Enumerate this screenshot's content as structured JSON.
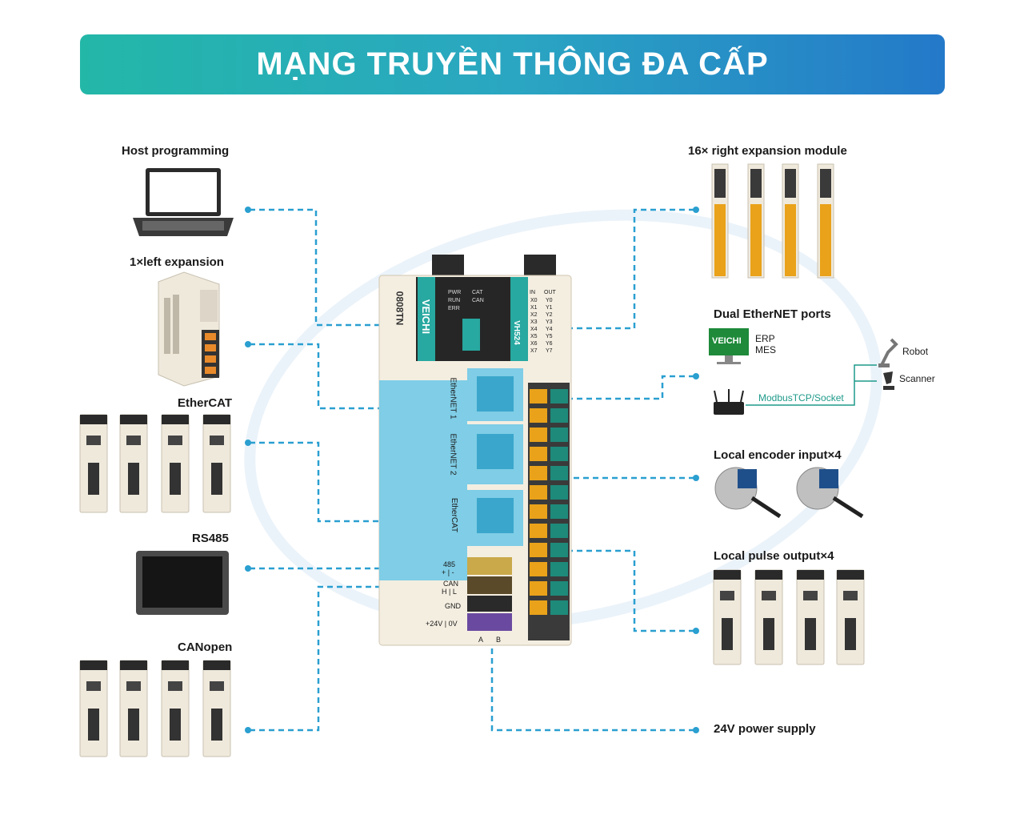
{
  "banner": {
    "title": "MẠNG TRUYỀN THÔNG ĐA CẤP"
  },
  "left_labels": {
    "host": "Host programming",
    "left_expansion": "1×left expansion",
    "ethercat": "EtherCAT",
    "rs485": "RS485",
    "canopen": "CANopen"
  },
  "right_labels": {
    "right_expansion": "16× right expansion module",
    "dual_ethernet": "Dual EtherNET ports",
    "encoder": "Local encoder input×4",
    "pulse": "Local pulse output×4",
    "power": "24V power supply"
  },
  "network": {
    "screen_brand": "VEICHI",
    "erp": "ERP",
    "mes": "MES",
    "robot": "Robot",
    "scanner": "Scanner",
    "protocol": "ModbusTCP/Socket"
  },
  "controller": {
    "model_side": "0808TN",
    "brand": "VEICHI",
    "model": "VH524",
    "leds_left": [
      "PWR",
      "RUN",
      "ERR"
    ],
    "leds_right": [
      "CAT",
      "CAN"
    ],
    "io_in": "IN",
    "io_out": "OUT",
    "inputs": [
      "X0",
      "X1",
      "X2",
      "X3",
      "X4",
      "X5",
      "X6",
      "X7"
    ],
    "outputs": [
      "Y0",
      "Y1",
      "Y2",
      "Y3",
      "Y4",
      "Y5",
      "Y6",
      "Y7"
    ],
    "ports": [
      "EtherNET 1",
      "EtherNET 2",
      "EtherCAT"
    ],
    "term_485": "485",
    "term_485_pol": "+ | -",
    "term_can": "CAN",
    "term_can_pol": "H | L",
    "term_gnd": "GND",
    "term_power": "+24V | 0V",
    "term_a": "A",
    "term_b": "B"
  },
  "colors": {
    "accent": "#2a9fd0",
    "port_blue": "#7fcde6",
    "terminal_orange": "#e9a21a",
    "terminal_green": "#1e8a7a"
  }
}
